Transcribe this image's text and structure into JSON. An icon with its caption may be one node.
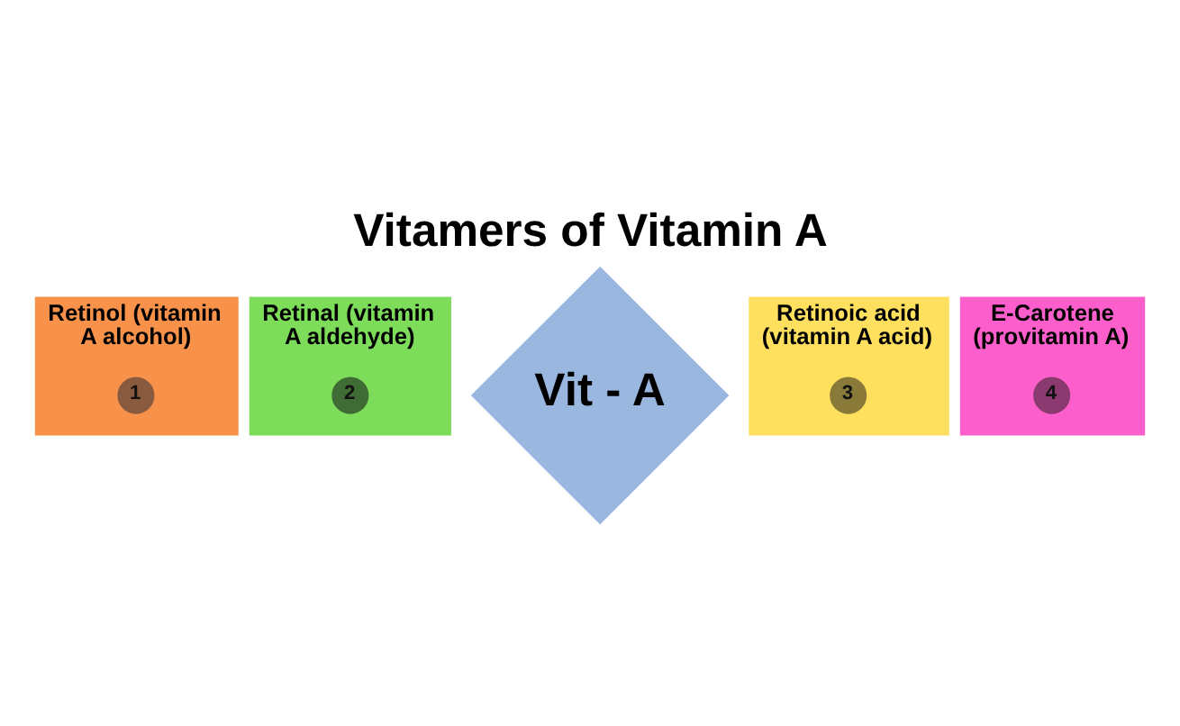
{
  "diagram": {
    "title": "Vitamers of Vitamin A",
    "nodes": [
      {
        "text": [
          "Retinol (vitamin A alcohol)"
        ]
      },
      {
        "text": [
          "1"
        ],
        "in": 0
      },
      {
        "text": [
          "Retinal (vitamin A aldehyde)"
        ]
      },
      {
        "text": [
          "2"
        ],
        "in": 2
      },
      {
        "text": [
          "Vit - A"
        ]
      },
      {
        "text": [
          "Retinoic acid (vitamin A acid)"
        ]
      },
      {
        "text": [
          "3"
        ],
        "in": 5
      },
      {
        "text": [
          "E-Carotene (provitamin A)"
        ]
      },
      {
        "text": [
          "4"
        ],
        "in": 7
      }
    ]
  }
}
